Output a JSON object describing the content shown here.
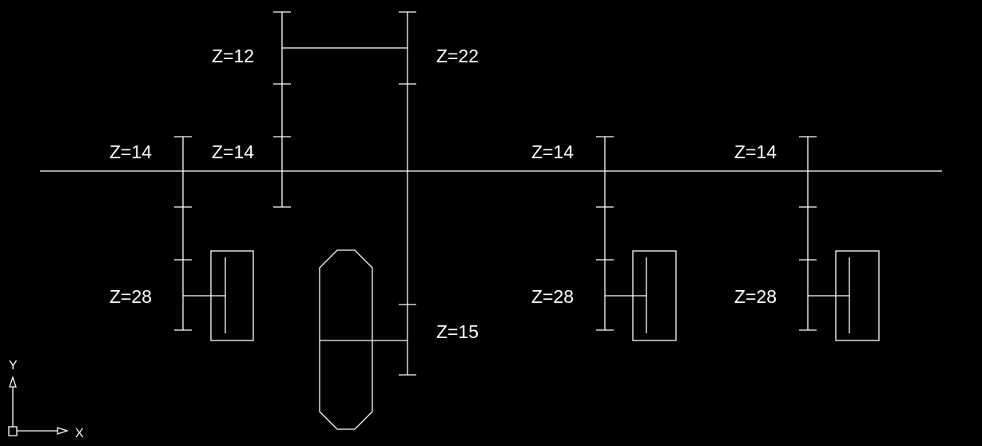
{
  "colors": {
    "background": "#000000",
    "lines": "#ffffff"
  },
  "gear_labels": {
    "z12": "Z=12",
    "z22": "Z=22",
    "z14_a": "Z=14",
    "z14_b": "Z=14",
    "z14_c": "Z=14",
    "z14_d": "Z=14",
    "z28_a": "Z=28",
    "z28_b": "Z=28",
    "z28_c": "Z=28",
    "z15": "Z=15"
  },
  "ucs_icon": {
    "x_label": "X",
    "y_label": "Y"
  }
}
